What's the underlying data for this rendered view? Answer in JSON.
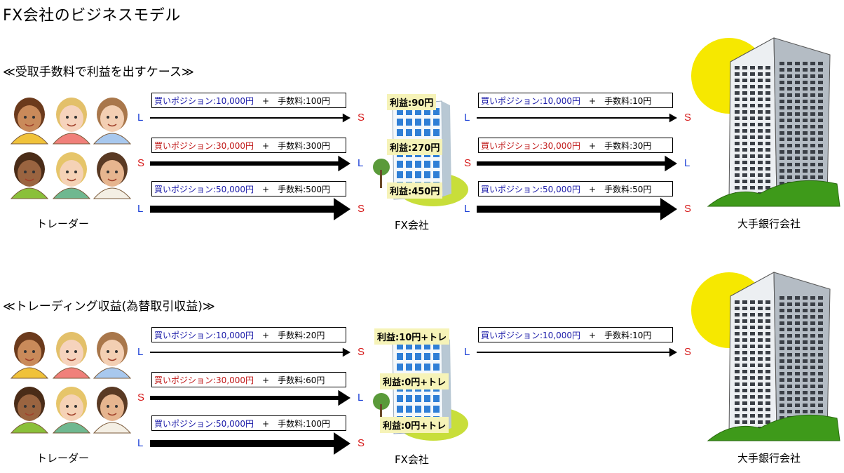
{
  "title": "FX会社のビジネスモデル",
  "sections": [
    {
      "heading": "≪受取手数料で利益を出すケース≫",
      "traders_label": "トレーダー",
      "fx_label": "FX会社",
      "bank_label": "大手銀行会社",
      "left_rows": [
        {
          "position": "買いポジション:10,000円",
          "fee": "手数料:100円",
          "from": "L",
          "to": "S"
        },
        {
          "position": "買いポジション:30,000円",
          "fee": "手数料:300円",
          "from": "S",
          "to": "L"
        },
        {
          "position": "買いポジション:50,000円",
          "fee": "手数料:500円",
          "from": "L",
          "to": "S"
        }
      ],
      "profits": [
        "利益:90円",
        "利益:270円",
        "利益:450円"
      ],
      "right_rows": [
        {
          "position": "買いポジション:10,000円",
          "fee": "手数料:10円",
          "from": "L",
          "to": "S"
        },
        {
          "position": "買いポジション:30,000円",
          "fee": "手数料:30円",
          "from": "S",
          "to": "L"
        },
        {
          "position": "買いポジション:50,000円",
          "fee": "手数料:50円",
          "from": "L",
          "to": "S"
        }
      ]
    },
    {
      "heading": "≪トレーディング収益(為替取引収益)≫",
      "traders_label": "トレーダー",
      "fx_label": "FX会社",
      "bank_label": "大手銀行会社",
      "left_rows": [
        {
          "position": "買いポジション:10,000円",
          "fee": "手数料:20円",
          "from": "L",
          "to": "S"
        },
        {
          "position": "買いポジション:30,000円",
          "fee": "手数料:60円",
          "from": "S",
          "to": "L"
        },
        {
          "position": "買いポジション:50,000円",
          "fee": "手数料:100円",
          "from": "L",
          "to": "S"
        }
      ],
      "profits": [
        "利益:10円+トレ",
        "利益:0円+トレ",
        "利益:0円+トレ"
      ],
      "right_rows": [
        {
          "position": "買いポジション:10,000円",
          "fee": "手数料:10円",
          "from": "L",
          "to": "S"
        }
      ]
    }
  ],
  "plus": "+",
  "colors": {
    "blue_text": "#1a1aa8",
    "red_text": "#c01818",
    "L": "#1a3fd6",
    "S": "#d61a1a",
    "profit_bg": "#f6f3b8"
  },
  "icons": [
    "trader-avatar-icon",
    "office-building-icon",
    "skyscraper-icon",
    "sun-icon",
    "arrow-right-icon"
  ]
}
